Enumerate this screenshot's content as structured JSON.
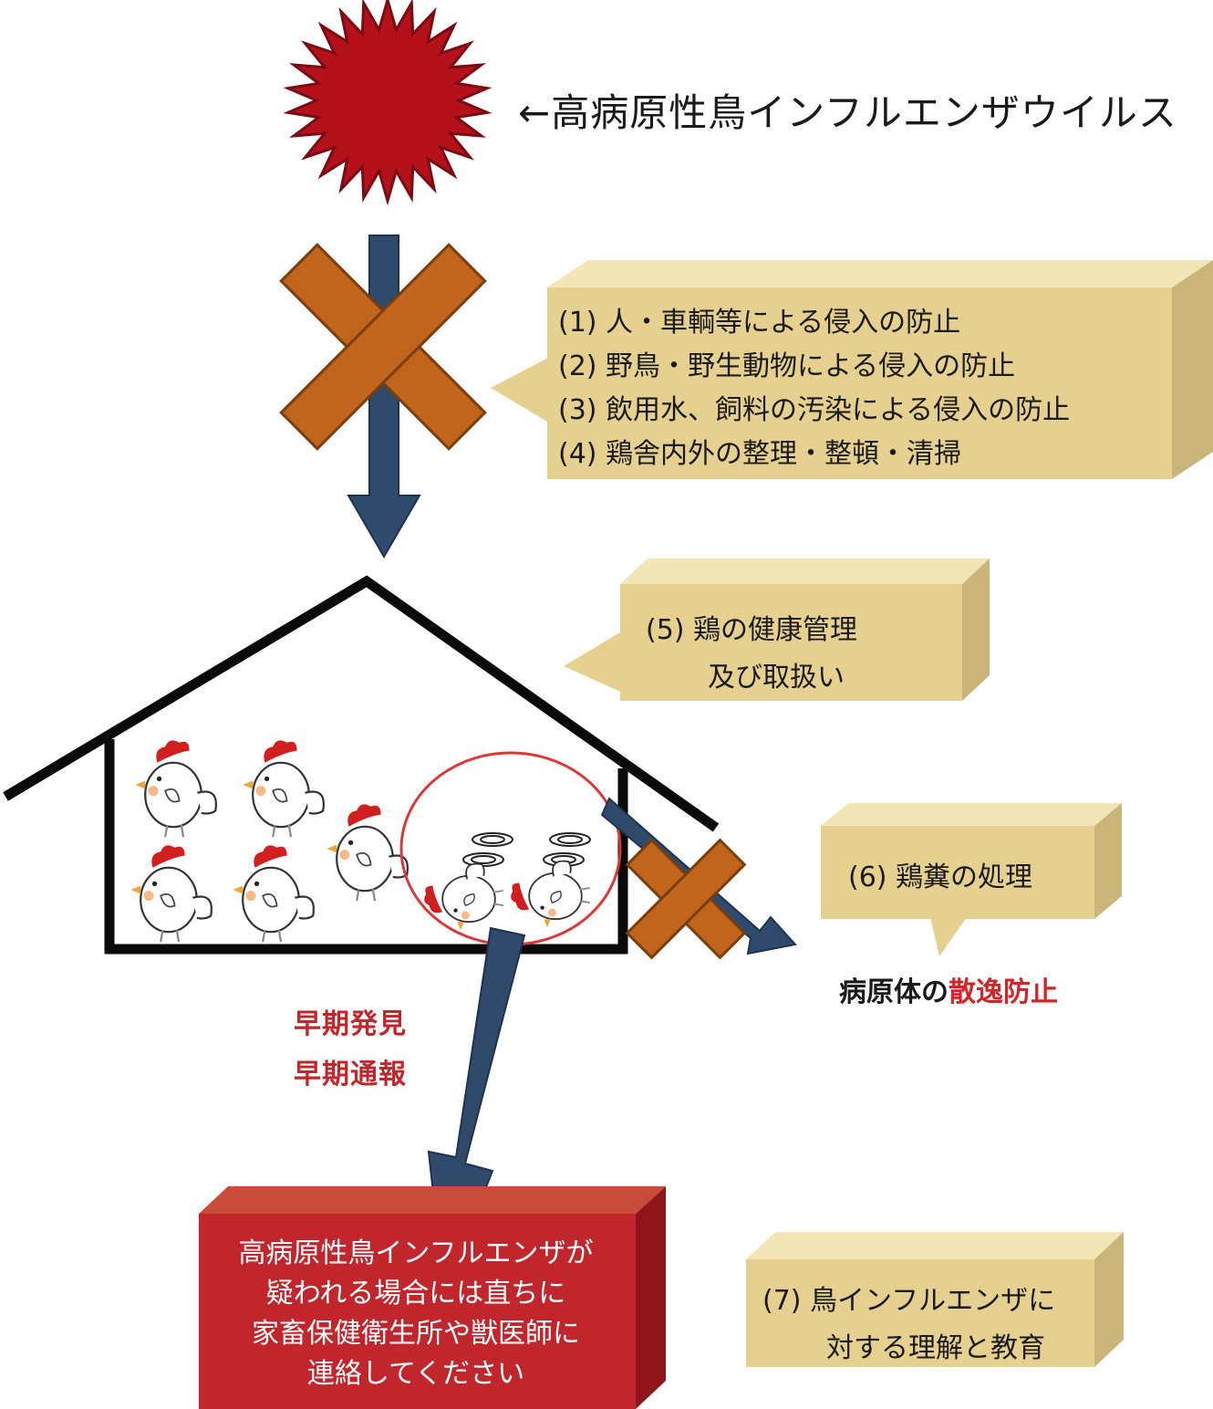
{
  "virus": {
    "label": "←高病原性鳥インフルエンザウイルス"
  },
  "measures_1_4": [
    "(1) 人・車輌等による侵入の防止",
    "(2) 野鳥・野生動物による侵入の防止",
    "(3) 飲用水、飼料の汚染による侵入の防止",
    "(4) 鶏舎内外の整理・整頓・清掃"
  ],
  "measure_5": {
    "line1": "(5) 鶏の健康管理",
    "line2": "及び取扱い"
  },
  "measure_6": {
    "label": "(6) 鶏糞の処理"
  },
  "scatter_prevention": {
    "prefix": "病原体の",
    "emphasis": "散逸防止"
  },
  "early_detection": {
    "line1": "早期発見",
    "line2": "早期通報"
  },
  "contact_notice": [
    "高病原性鳥インフルエンザが",
    "疑われる場合には直ちに",
    "家畜保健衛生所や獣医師に",
    "連絡してください"
  ],
  "measure_7": {
    "line1": "(7) 鳥インフルエンザに",
    "line2": "対する理解と教育"
  },
  "colors": {
    "virus": "#b5111b",
    "arrow": "#2f4a6b",
    "cross": "#c0651b",
    "callout": "#e5d08f",
    "callout_side": "#c9b57a",
    "alert_box": "#c0262b",
    "alert_text": "#c0262b"
  }
}
